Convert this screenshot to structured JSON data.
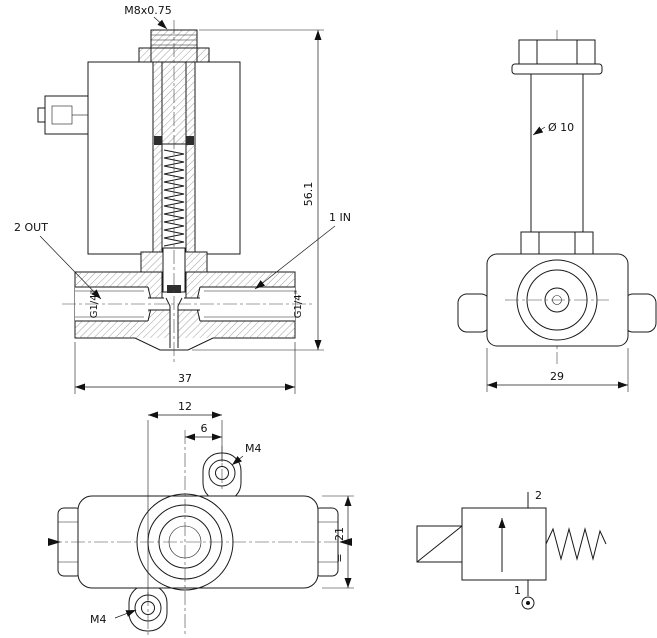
{
  "front_view": {
    "thread_label": "M8x0.75",
    "overall_height": "56.1",
    "body_width": "37",
    "outlet_label": "2 OUT",
    "inlet_label": "1 IN",
    "left_port_thread": "G1/4\"",
    "right_port_thread": "G1/4\""
  },
  "side_view": {
    "tube_diameter": "Ø 10",
    "body_depth": "29"
  },
  "bottom_view": {
    "hole_spacing": "12",
    "hole_offset": "6",
    "body_height": "21",
    "symmetry_mark": "=",
    "screw_top": "M4",
    "screw_bottom": "M4"
  },
  "schematic": {
    "port_outlet": "2",
    "port_inlet": "1"
  }
}
